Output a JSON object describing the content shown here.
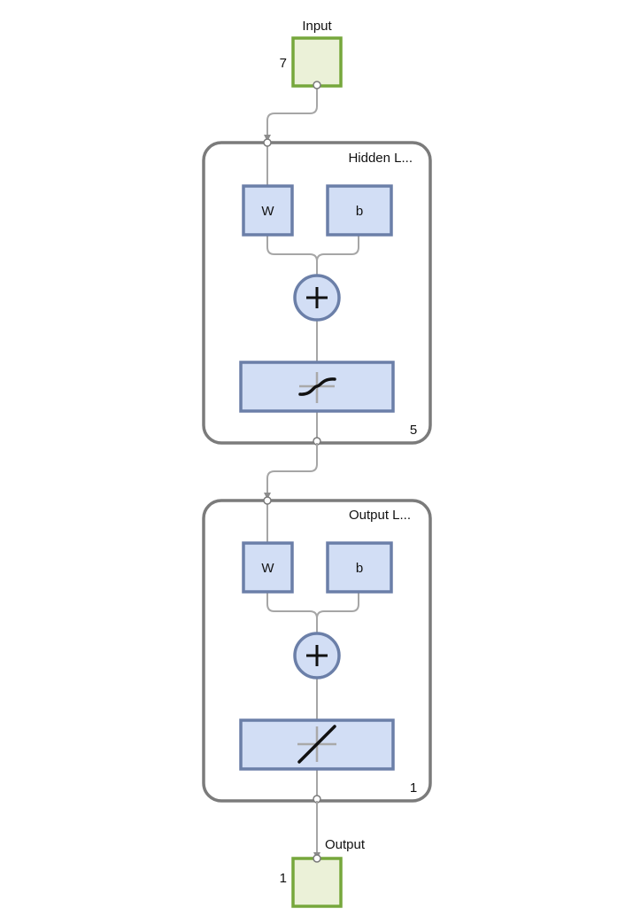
{
  "input": {
    "label": "Input",
    "size": "7"
  },
  "hidden_layer": {
    "title": "Hidden L...",
    "size": "5",
    "weight_label": "W",
    "bias_label": "b",
    "transfer_icon": "sigmoid-curve-icon"
  },
  "output_layer": {
    "title": "Output L...",
    "size": "1",
    "weight_label": "W",
    "bias_label": "b",
    "transfer_icon": "linear-line-icon"
  },
  "output": {
    "label": "Output",
    "size": "1"
  },
  "colors": {
    "io_fill": "#ebf1d8",
    "io_border": "#76a73c",
    "block_fill": "#d2def5",
    "block_border": "#6b7fa8",
    "layer_border": "#7b7b7b",
    "wire": "#a6a6a6"
  }
}
